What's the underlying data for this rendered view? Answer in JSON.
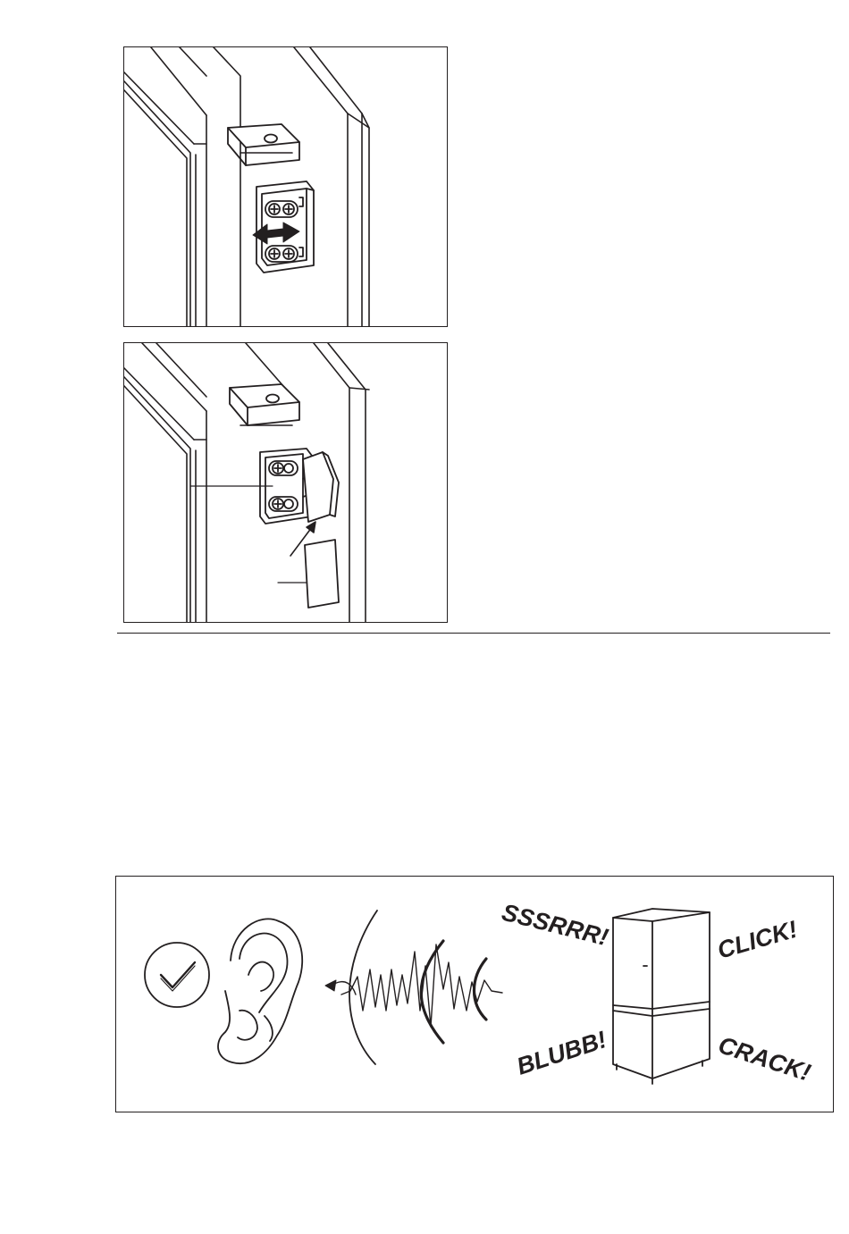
{
  "figures": {
    "hinge_adjust": {
      "description_icon": "double-arrow-icon"
    },
    "hinge_cover": {
      "description_icon": "cover-cap-icon"
    },
    "noises": {
      "check_icon": "checkmark-icon",
      "sounds": {
        "top_left": "SSSRRR!",
        "top_right": "CLICK!",
        "bottom_left": "BLUBB!",
        "bottom_right": "CRACK!"
      }
    }
  },
  "colors": {
    "line": "#231f20",
    "background": "#ffffff"
  }
}
